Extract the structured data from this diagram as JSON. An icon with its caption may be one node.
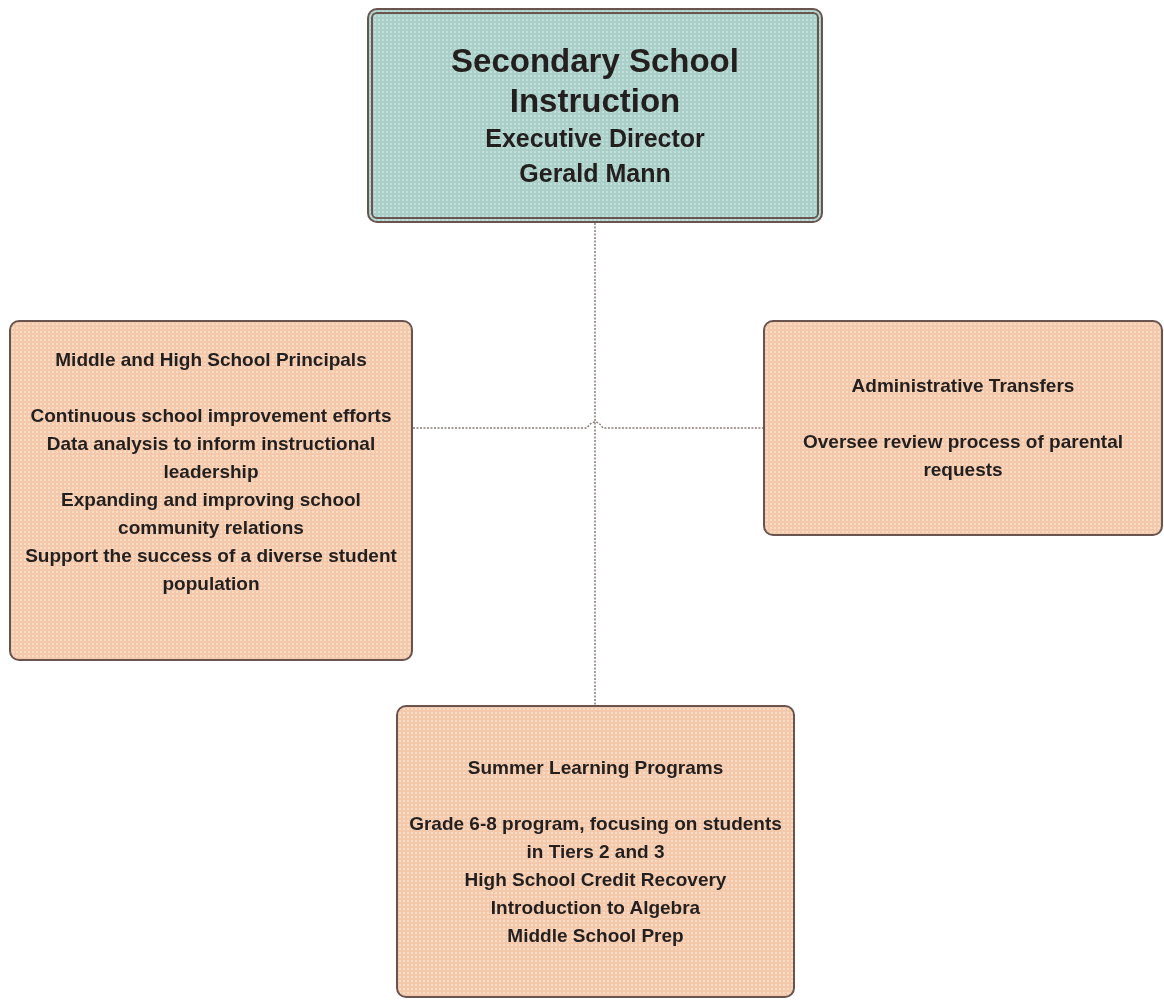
{
  "diagram": {
    "nodes": [
      {
        "text": [
          "Secondary School Instruction",
          "Executive Director",
          "Gerald Mann"
        ]
      },
      {
        "text": [
          "Middle and High School Principals",
          "Continuous school improvement efforts",
          "Data analysis to inform instructional leadership",
          "Expanding and improving school community relations",
          "Support the success of a diverse student population"
        ]
      },
      {
        "text": [
          "Administrative Transfers",
          "Oversee review process of parental requests"
        ]
      },
      {
        "text": [
          "Summer Learning Programs",
          "Grade 6-8 program, focusing on students in Tiers 2 and 3",
          "High School Credit Recovery",
          "Introduction to Algebra",
          "Middle School Prep"
        ]
      }
    ],
    "edges": [
      {
        "from": 0,
        "to": 3,
        "arrow": "none",
        "style": "dashed"
      },
      {
        "from": 1,
        "to": 2,
        "arrow": "none",
        "style": "dashed"
      }
    ]
  }
}
